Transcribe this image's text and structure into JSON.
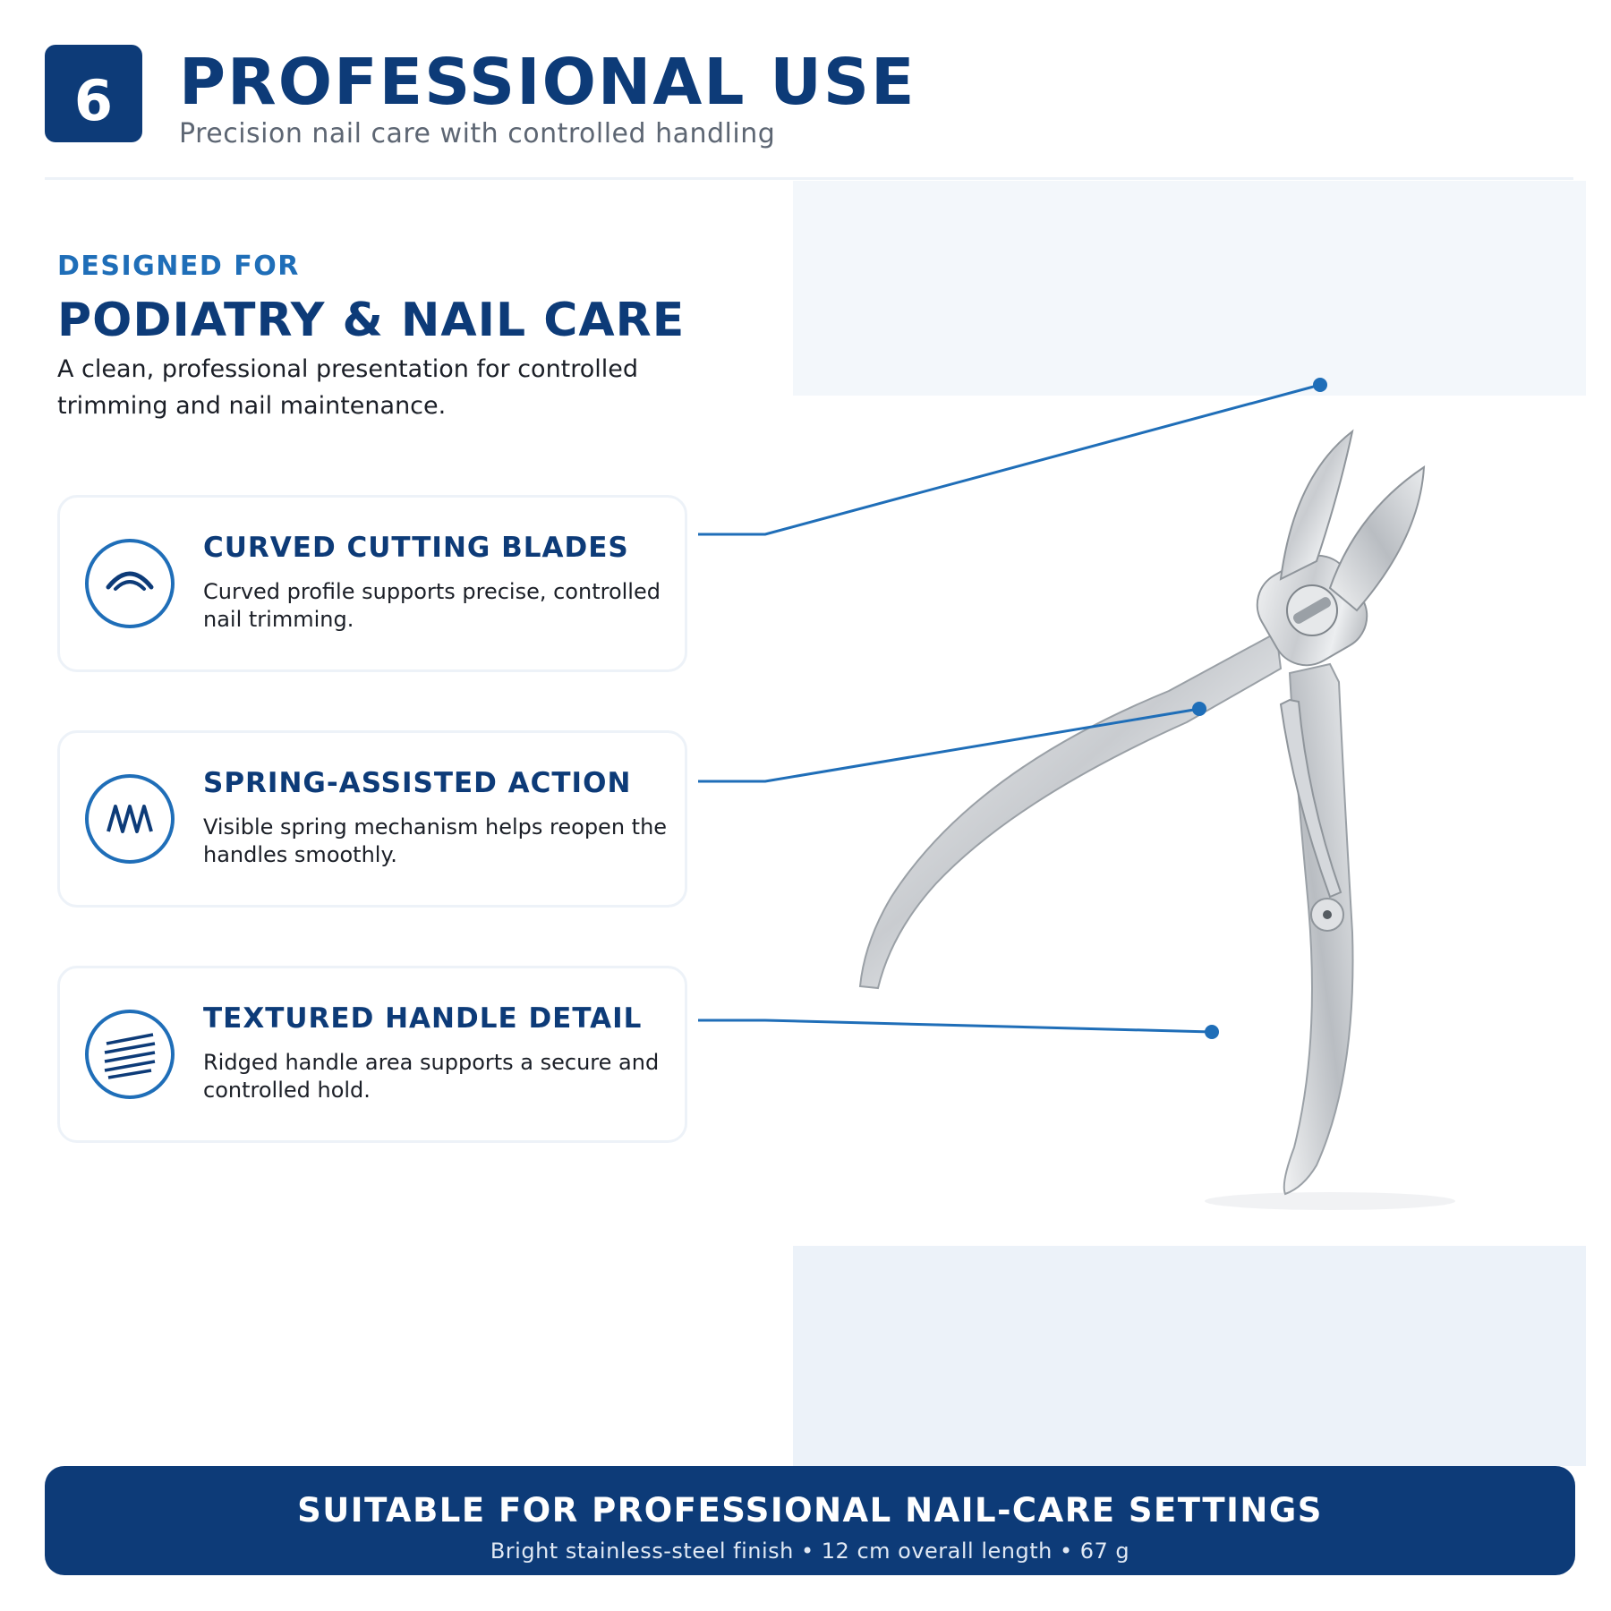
{
  "header": {
    "badge": "6",
    "title": "PROFESSIONAL USE",
    "subtitle": "Precision nail care with controlled handling"
  },
  "intro": {
    "kicker": "DESIGNED FOR",
    "headline": "PODIATRY & NAIL CARE",
    "description": "A clean, professional presentation for controlled trimming and nail maintenance."
  },
  "features": [
    {
      "title": "CURVED CUTTING BLADES",
      "description": "Curved profile supports precise, controlled nail trimming.",
      "icon": "curved-blade-icon"
    },
    {
      "title": "SPRING-ASSISTED ACTION",
      "description": "Visible spring mechanism helps reopen the handles smoothly.",
      "icon": "spring-icon"
    },
    {
      "title": "TEXTURED HANDLE DETAIL",
      "description": "Ridged handle area supports a secure and controlled hold.",
      "icon": "textured-handle-icon"
    }
  ],
  "footer": {
    "title": "SUITABLE FOR PROFESSIONAL NAIL-CARE SETTINGS",
    "specs": "Bright stainless-steel finish • 12 cm overall length • 67 g"
  },
  "colors": {
    "brand_navy": "#0d3b78",
    "accent_blue": "#1f6eb8",
    "panel_light": "#f3f7fb",
    "text_dark": "#1b1f27",
    "text_muted": "#5d6673"
  }
}
